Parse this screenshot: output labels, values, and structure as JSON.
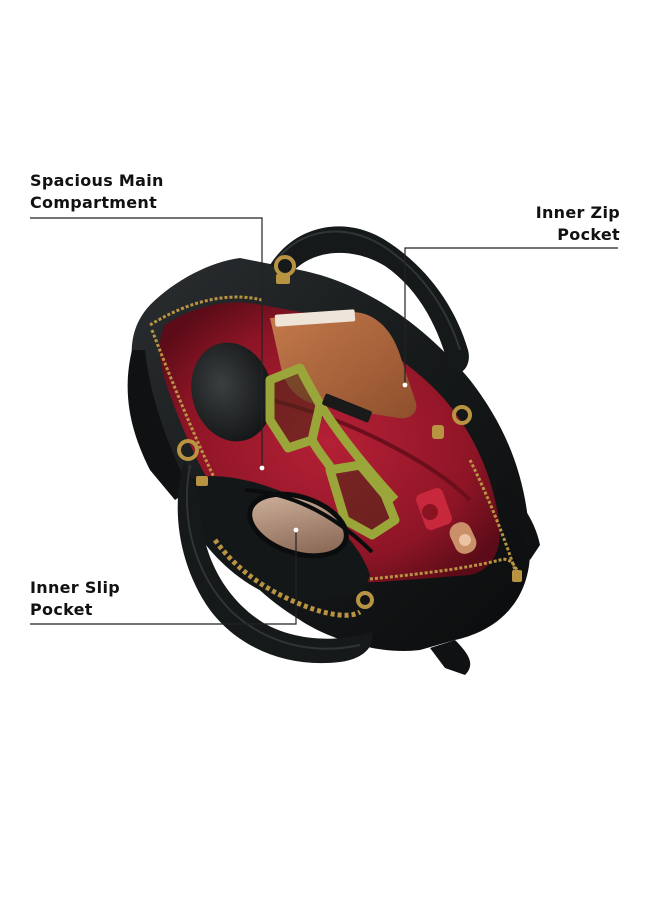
{
  "image": {
    "subject": "black leather handbag, top-down open view, red lining",
    "colors": {
      "leather": "#16191a",
      "lining": "#8e1526",
      "hardware": "#b89442",
      "sunglasses": "#9aa53a",
      "card_wallet": "#b2683f",
      "leader_lines": "#222222"
    }
  },
  "callouts": {
    "main_compartment": {
      "line1": "Spacious Main",
      "line2": "Compartment"
    },
    "inner_zip_pocket": {
      "line1": "Inner Zip",
      "line2": "Pocket"
    },
    "inner_slip_pocket": {
      "line1": "Inner Slip",
      "line2": "Pocket"
    }
  }
}
